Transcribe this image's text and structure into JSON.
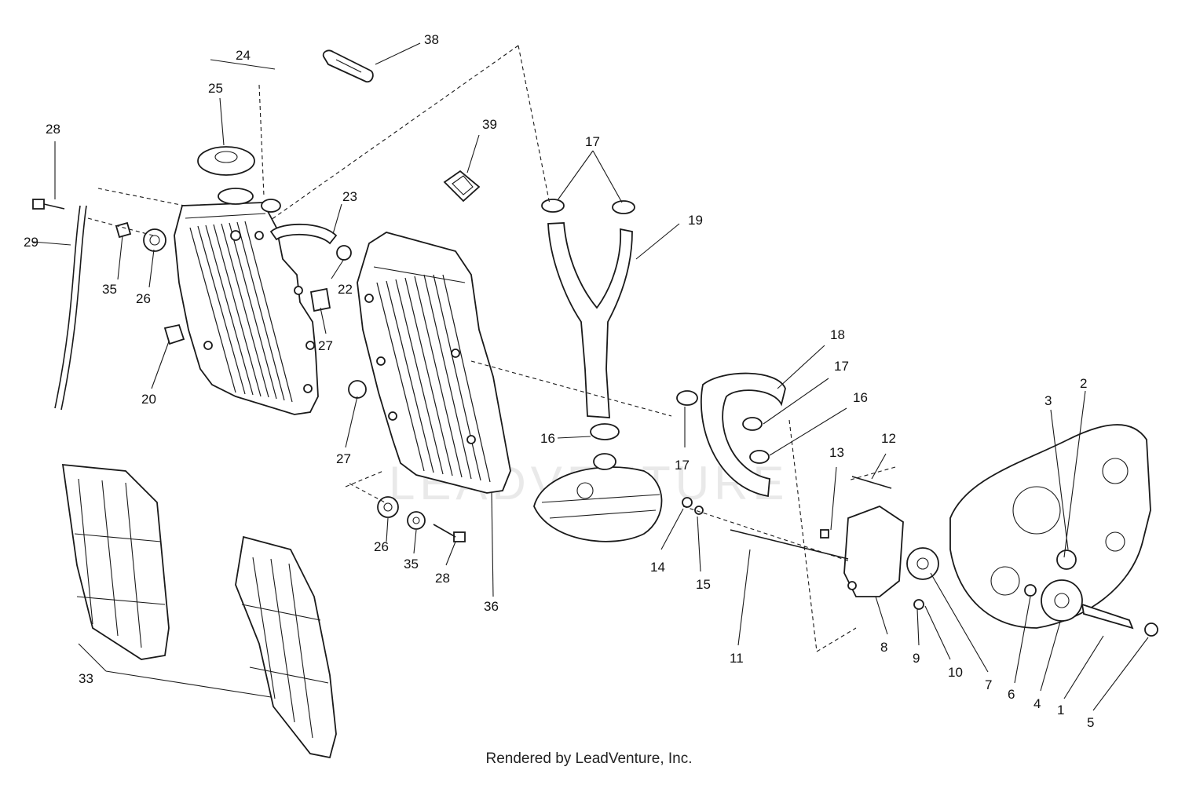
{
  "footer": "Rendered by LeadVenture, Inc.",
  "watermark": "LEADVENTURE",
  "callouts": [
    "1",
    "2",
    "3",
    "4",
    "5",
    "6",
    "7",
    "8",
    "9",
    "10",
    "11",
    "12",
    "13",
    "14",
    "15",
    "16",
    "16",
    "17",
    "17",
    "17",
    "18",
    "19",
    "20",
    "22",
    "23",
    "24",
    "25",
    "26",
    "26",
    "27",
    "27",
    "28",
    "28",
    "29",
    "33",
    "35",
    "35",
    "36",
    "38",
    "39"
  ]
}
